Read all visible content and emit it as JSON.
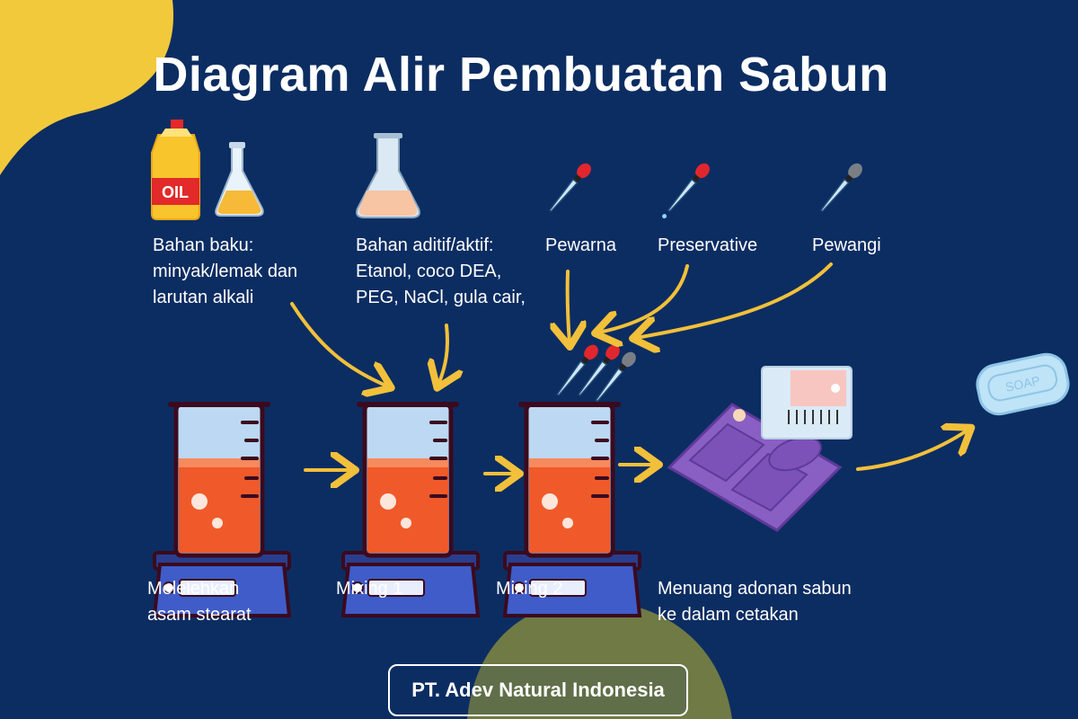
{
  "title": "Diagram Alir Pembuatan Sabun",
  "inputs": {
    "raw_material": "Bahan baku:\nminyak/lemak dan\nlarutan alkali",
    "additives": "Bahan aditif/aktif:\nEtanol, coco DEA,\nPEG, NaCl, gula cair,",
    "colorant": "Pewarna",
    "preservative": "Preservative",
    "fragrance": "Pewangi"
  },
  "steps": {
    "melting": "Melelehkan\nasam stearat",
    "mixing1": "Mixing 1",
    "mixing2": "Mixing 2",
    "pouring": "Menuang adonan sabun\nke dalam cetakan"
  },
  "icon_text": {
    "oil": "OIL",
    "soap": "SOAP"
  },
  "company": "PT. Adev Natural Indonesia",
  "colors": {
    "background": "#0c2d62",
    "accent_yellow": "#f2c93b",
    "olive": "#6f7a45",
    "arrow": "#f2c03a",
    "liquid_orange": "#f05a2a",
    "mold_purple": "#8a5fc4"
  }
}
